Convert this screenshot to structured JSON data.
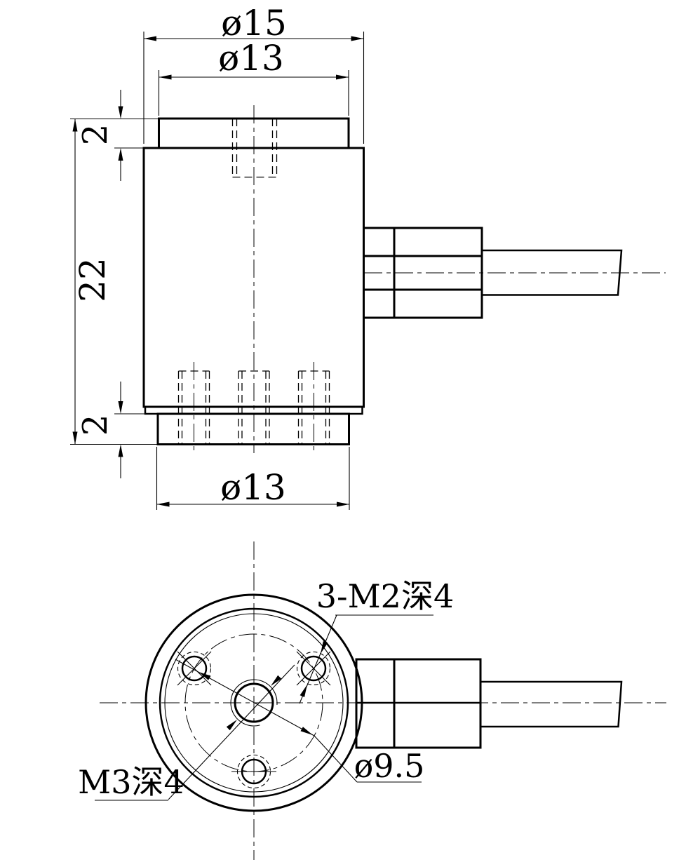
{
  "drawing": {
    "dimensions": {
      "top_outer_diameter": "ø15",
      "top_boss_diameter": "ø13",
      "total_height": "22",
      "top_boss_thickness": "2",
      "bottom_boss_thickness": "2",
      "bottom_boss_diameter": "ø13",
      "bolt_circle_diameter": "ø9.5",
      "mounting_holes_label": "3-M2深4",
      "center_hole_label": "M3深4"
    },
    "colors": {
      "line": "#000000",
      "background": "#ffffff"
    }
  }
}
